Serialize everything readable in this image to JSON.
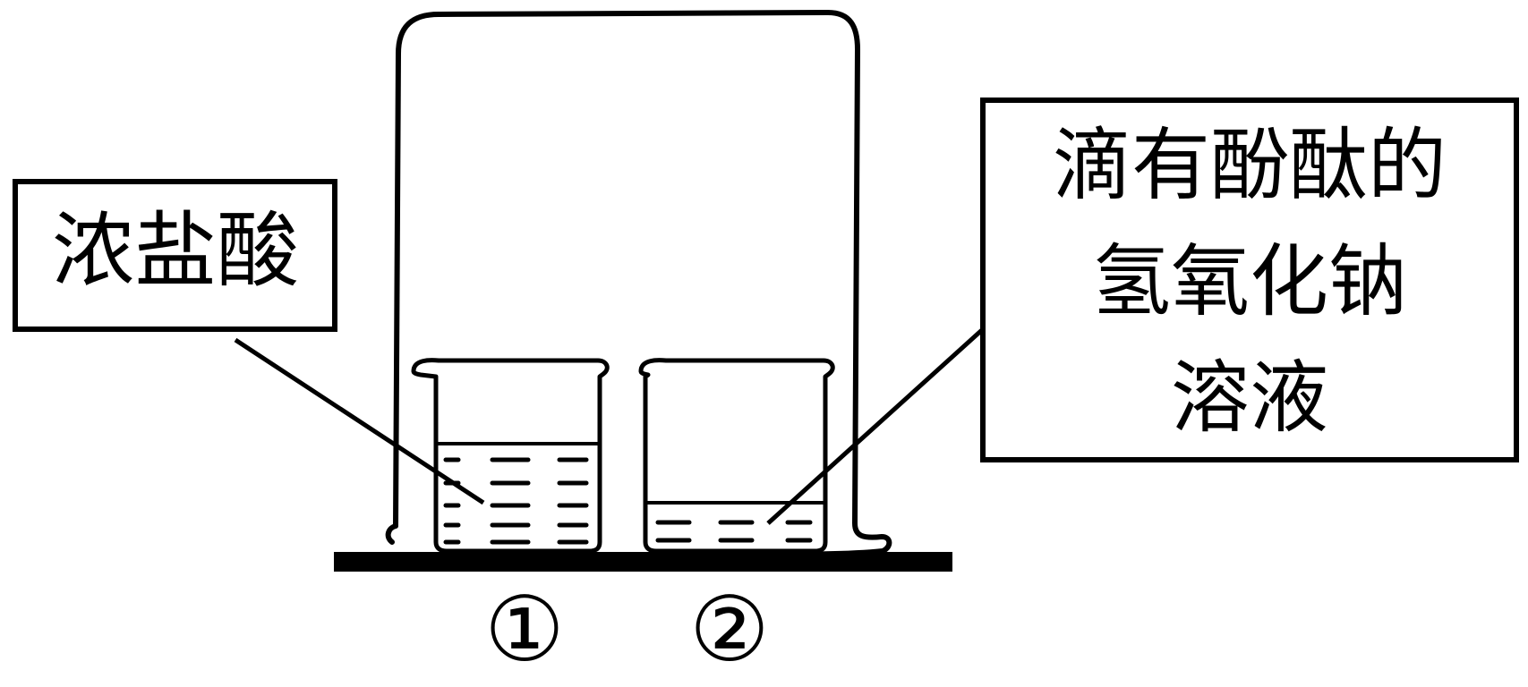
{
  "labels": {
    "left_box": "浓盐酸",
    "right_box_line1": "滴有酚酞的",
    "right_box_line2": "氢氧化钠",
    "right_box_line3": "溶液"
  },
  "beakers": {
    "left_number": "①",
    "right_number": "②"
  },
  "colors": {
    "stroke": "#000000",
    "background": "#ffffff"
  }
}
